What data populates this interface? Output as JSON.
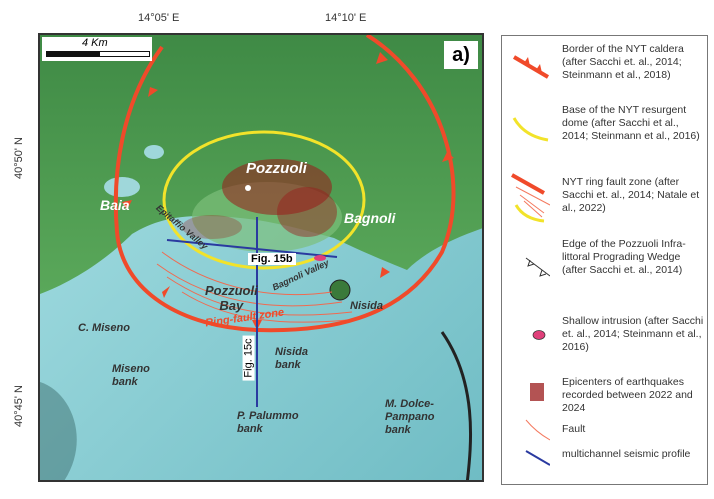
{
  "axes": {
    "lon_ticks": [
      "14°05' E",
      "14°10' E"
    ],
    "lat_ticks": [
      "40°50' N",
      "40°45' N"
    ]
  },
  "panel_label": "a)",
  "scale_bar": "4 Km",
  "labels": {
    "pozzuoli": "Pozzuoli",
    "baia": "Baia",
    "bagnoli": "Bagnoli",
    "epitaffio": "Epitaffio Valley",
    "bagnoli_valley": "Bagnoli Valley",
    "fig15b": "Fig. 15b",
    "fig15c": "Fig. 15c",
    "pozzuoli_bay_1": "Pozzuoli",
    "pozzuoli_bay_2": "Bay",
    "ring_fault": "Ring-fault zone",
    "nisida": "Nisida",
    "c_miseno": "C. Miseno",
    "miseno_bank_1": "Miseno",
    "miseno_bank_2": "bank",
    "nisida_bank_1": "Nisida",
    "nisida_bank_2": "bank",
    "palummo_1": "P. Palummo",
    "palummo_2": "bank",
    "dolce_1": "M. Dolce-",
    "dolce_2": "Pampano",
    "dolce_3": "bank"
  },
  "legend": [
    {
      "text": "Border of the NYT caldera (after Sacchi et. al., 2014; Steinmann et al., 2018)"
    },
    {
      "text": "Base of the NYT resurgent dome (after Sacchi et al., 2014; Steinmann et al., 2016)"
    },
    {
      "text": "NYT ring fault zone (after Sacchi et. al., 2014; Natale et al., 2022)"
    },
    {
      "text": "Edge of the Pozzuoli Infra-littoral Prograding Wedge (after Sacchi et. al., 2014)"
    },
    {
      "text": "Shallow  intrusion (after Sacchi et. al., 2014; Steinmann et al., 2016)"
    },
    {
      "text": "Epicenters of earthquakes recorded between 2022 and 2024"
    },
    {
      "text": "Fault"
    },
    {
      "text": "multichannel seismic profile"
    }
  ],
  "colors": {
    "caldera": "#f04a2a",
    "dome": "#f2e32a",
    "land": "#4e9a4e",
    "sea": "#8fd4d8",
    "profile": "#2a3aa0",
    "epicenter": "#9a1a1a",
    "intrusion": "#e0407a"
  }
}
